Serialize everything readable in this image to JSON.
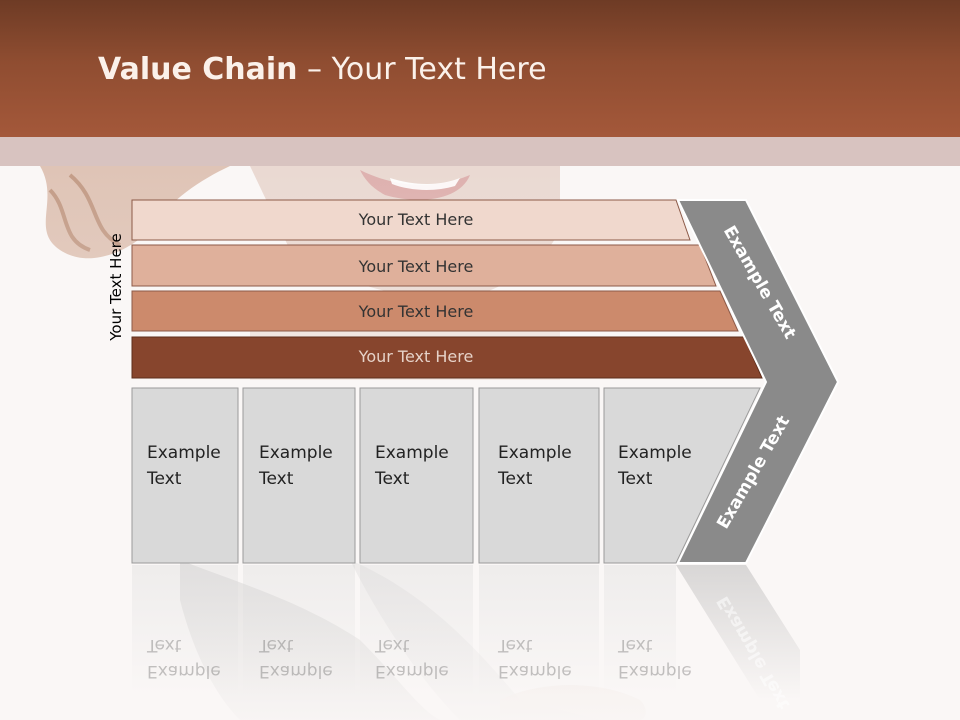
{
  "title": {
    "bold": "Value Chain",
    "rest": " – Your Text Here"
  },
  "side_label": "Your Text Here",
  "bands": [
    {
      "label": "Your Text Here",
      "color": "#f0d8cd"
    },
    {
      "label": "Your Text Here",
      "color": "#dfb09b"
    },
    {
      "label": "Your Text Here",
      "color": "#cc8a6c"
    },
    {
      "label": "Your Text Here",
      "color": "#87452d"
    }
  ],
  "columns": [
    {
      "line1": "Example",
      "line2": "Text"
    },
    {
      "line1": "Example",
      "line2": "Text"
    },
    {
      "line1": "Example",
      "line2": "Text"
    },
    {
      "line1": "Example",
      "line2": "Text"
    },
    {
      "line1": "Example",
      "line2": "Text"
    }
  ],
  "chevron": {
    "upper_label": "Example Text",
    "lower_label": "Example Text",
    "color": "#8a8a8a"
  },
  "colors": {
    "header_dark": "#6e3b25",
    "header_light": "#a4583a",
    "column_fill": "#d9d9d9"
  }
}
